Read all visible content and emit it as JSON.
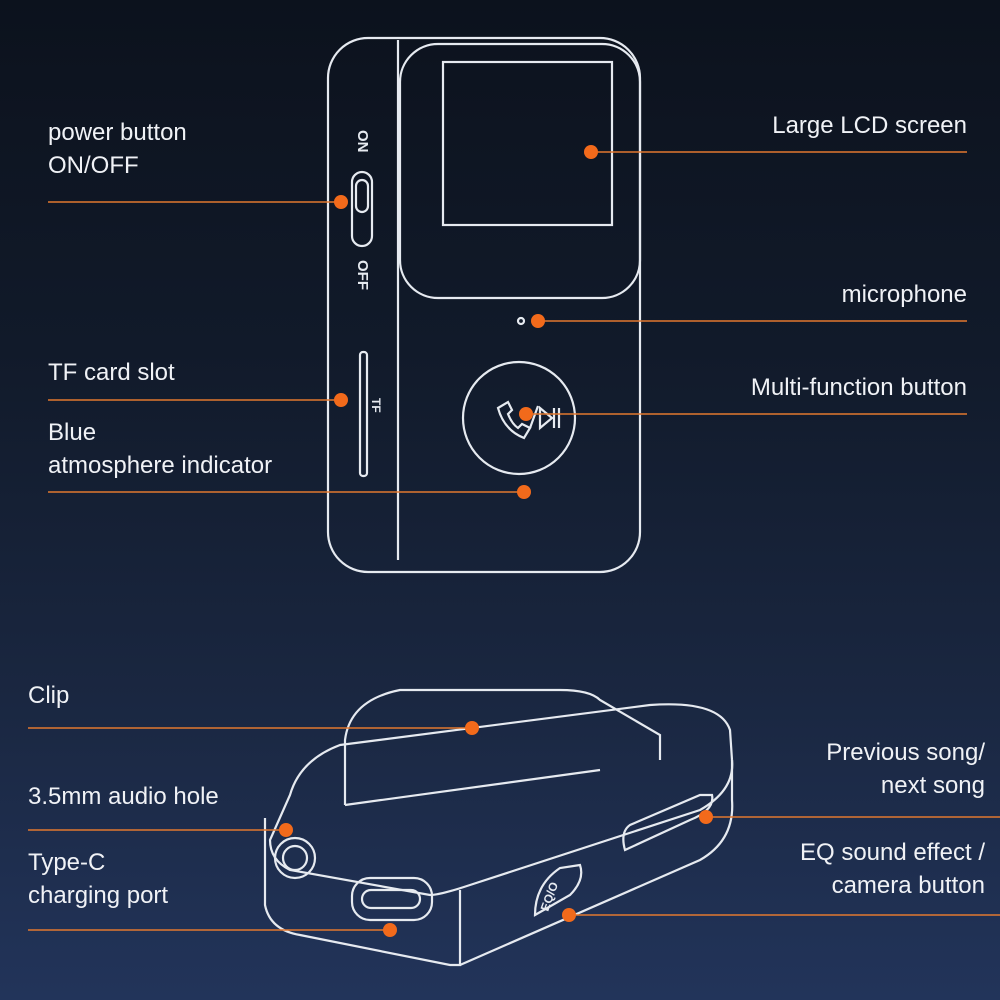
{
  "labels": {
    "power_button": [
      "power button",
      "ON/OFF"
    ],
    "lcd_screen": "Large LCD screen",
    "microphone": "microphone",
    "tf_slot": "TF card slot",
    "indicator": [
      "Blue",
      "atmosphere indicator"
    ],
    "multi_function": "Multi-function button",
    "clip": "Clip",
    "audio_hole": "3.5mm audio hole",
    "type_c": [
      "Type-C",
      "charging port"
    ],
    "prev_next": [
      "Previous song/",
      "next song"
    ],
    "eq_button": [
      "EQ sound effect /",
      "camera button"
    ]
  },
  "device_markings": {
    "on": "ON",
    "off": "OFF",
    "tf": "TF",
    "eq": "EQ/O"
  },
  "colors": {
    "accent": "#f26a1b",
    "outline": "#e8ecf2"
  }
}
